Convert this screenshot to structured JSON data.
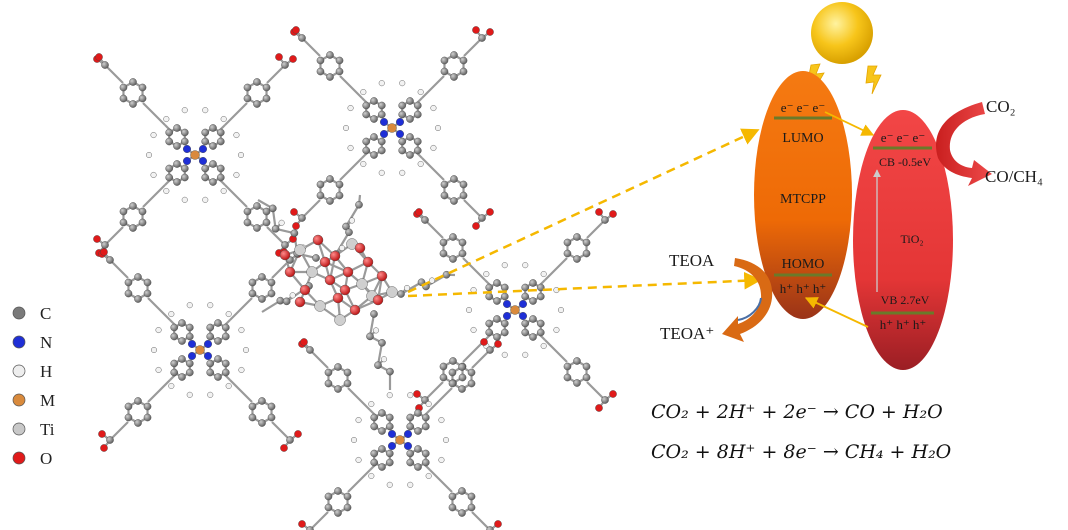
{
  "legend": [
    {
      "symbol": "C",
      "color": "#7a7a7a"
    },
    {
      "symbol": "N",
      "color": "#1f2fd6"
    },
    {
      "symbol": "H",
      "color": "#eeeeee"
    },
    {
      "symbol": "M",
      "color": "#d98a3c"
    },
    {
      "symbol": "Ti",
      "color": "#c8c8c8"
    },
    {
      "symbol": "O",
      "color": "#e01a1a"
    }
  ],
  "mtcpp": {
    "electrons": "e⁻ e⁻ e⁻",
    "lumo": "LUMO",
    "name": "MTCPP",
    "homo": "HOMO",
    "holes": "h⁺ h⁺ h⁺",
    "color": "#f26b0a"
  },
  "tio2": {
    "electrons": "e⁻ e⁻ e⁻",
    "cb": "CB -0.5eV",
    "name": "TiO₂",
    "vb": "VB 2.7eV",
    "holes": "h⁺ h⁺ h⁺",
    "color": "#ec3b3b"
  },
  "reactants": {
    "co2": "CO₂",
    "products": "CO/CH₄",
    "teoa": "TEOA",
    "teoa_plus": "TEOA⁺"
  },
  "equations": [
    "CO₂ + 2H⁺ + 2e⁻ → CO + H₂O",
    "CO₂ + 8H⁺ + 8e⁻ → CH₄ + H₂O"
  ]
}
